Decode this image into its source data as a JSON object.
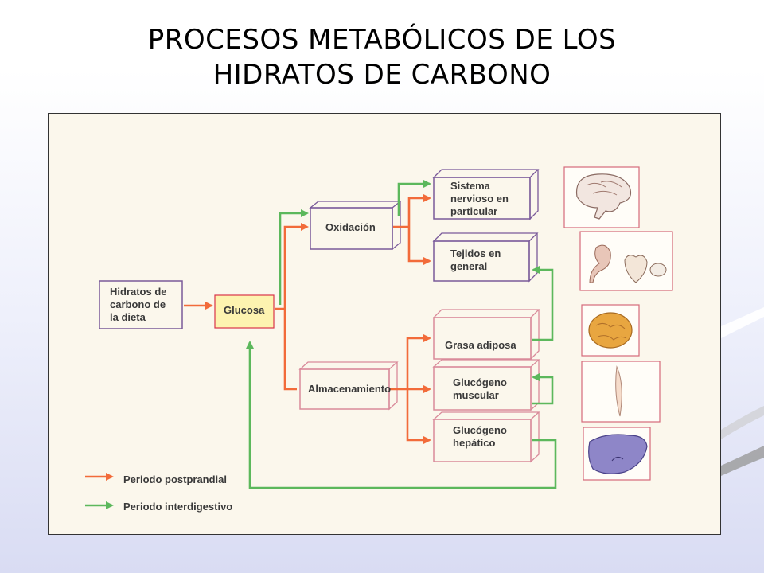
{
  "slide": {
    "title_line1": "PROCESOS METABÓLICOS DE LOS",
    "title_line2": "HIDRATOS DE CARBONO"
  },
  "diagram": {
    "nodes": {
      "hidratos": "Hidratos de carbono de la dieta",
      "hidratos_lines": [
        "Hidratos de",
        "carbono de",
        "la dieta"
      ],
      "glucosa": "Glucosa",
      "oxidacion": "Oxidación",
      "almacenamiento": "Almacenamiento",
      "sistema_lines": [
        "Sistema",
        "nervioso en",
        "particular"
      ],
      "tejidos_lines": [
        "Tejidos en",
        "general"
      ],
      "grasa": "Grasa adiposa",
      "gluc_musc_lines": [
        "Glucógeno",
        "muscular"
      ],
      "gluc_hep_lines": [
        "Glucógeno",
        "hepático"
      ]
    },
    "legend": {
      "postprandial": "Periodo postprandial",
      "interdigestivo": "Periodo interdigestivo"
    },
    "colors": {
      "postprandial": "#f26b3a",
      "interdigestivo": "#5cb85c",
      "oxidation_box": "#7a5a9a",
      "storage_box": "#d98a9a",
      "glucosa_fill": "#fdf3b0"
    },
    "images": [
      "brain-image",
      "organs-image",
      "adipose-tissue-image",
      "muscle-fiber-image",
      "liver-image"
    ]
  }
}
